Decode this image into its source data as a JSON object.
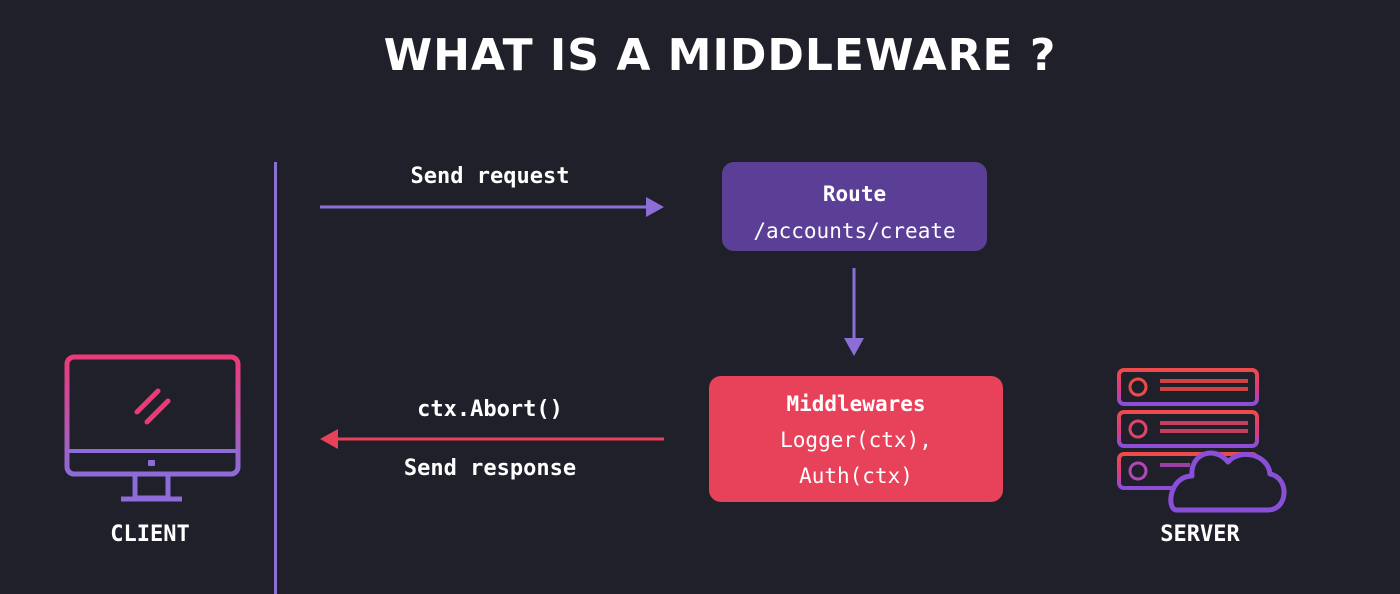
{
  "title": "WHAT IS A MIDDLEWARE ?",
  "client": {
    "label": "CLIENT",
    "icon": "monitor-icon"
  },
  "server": {
    "label": "SERVER",
    "icon": "server-cloud-icon"
  },
  "request": {
    "label": "Send request"
  },
  "route": {
    "heading": "Route",
    "path": "/accounts/create"
  },
  "middlewares": {
    "heading": "Middlewares",
    "line1": "Logger(ctx),",
    "line2": "Auth(ctx)"
  },
  "response": {
    "abort_label": "ctx.Abort()",
    "label": "Send response"
  },
  "colors": {
    "background": "#1f2029",
    "purple": "#8c6fd6",
    "route_box": "#5b3f96",
    "middleware_box": "#e8415a",
    "red": "#e8415a",
    "pink": "#e8347a"
  }
}
